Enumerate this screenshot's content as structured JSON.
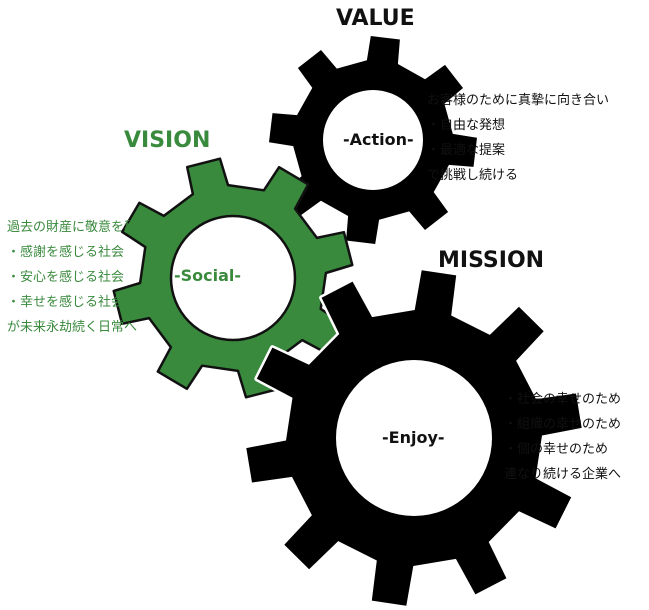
{
  "value": {
    "heading": "VALUE",
    "gear_label": "-Action-",
    "gear_color": "#000000",
    "text_color": "#111111",
    "intro": "お客様のために真摯に向き合い",
    "items": [
      "自由な発想",
      "最適な提案"
    ],
    "closing": "で挑戦し続ける"
  },
  "vision": {
    "heading": "VISION",
    "gear_label": "-Social-",
    "gear_color": "#3a8a3e",
    "text_color": "#3a8a3e",
    "intro": "過去の財産に敬意を称し",
    "items": [
      "感謝を感じる社会",
      "安心を感じる社会",
      "幸せを感じる社会"
    ],
    "closing": "が未来永劫続く日常へ"
  },
  "mission": {
    "heading": "MISSION",
    "gear_label": "-Enjoy-",
    "gear_color": "#000000",
    "text_color": "#111111",
    "intro": "",
    "items": [
      "社会の幸せのため",
      "組織の幸せのため",
      "個の幸せのため"
    ],
    "closing": "連なり続ける企業へ"
  }
}
